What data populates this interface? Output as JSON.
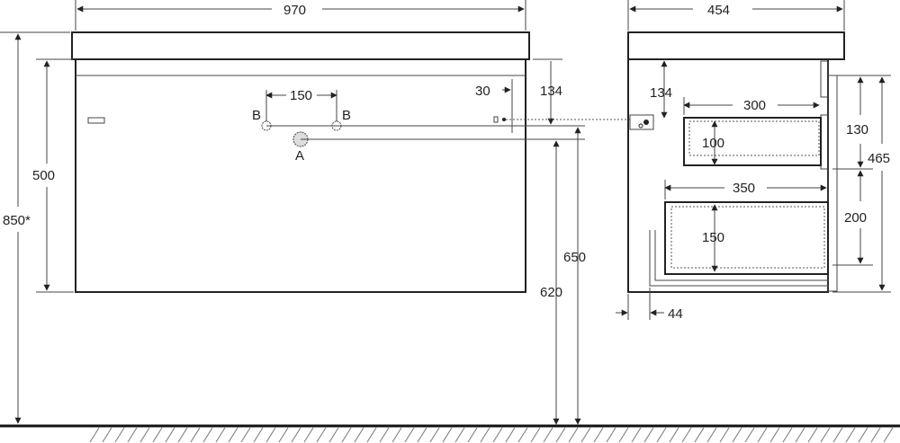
{
  "front": {
    "width": "970",
    "height_total": "850*",
    "body_height": "500",
    "hole_spacing": "150",
    "hole_left_label": "B",
    "hole_right_label": "B",
    "drain_label": "A",
    "offset_30": "30",
    "offset_134": "134",
    "height_650": "650",
    "height_620": "620"
  },
  "side": {
    "depth": "454",
    "top_offset": "134",
    "drawer1_depth": "300",
    "drawer1_height": "130",
    "drawer1_inner": "100",
    "total_height": "465",
    "drawer2_depth": "350",
    "drawer2_height": "200",
    "drawer2_inner": "150",
    "plinth": "44"
  }
}
